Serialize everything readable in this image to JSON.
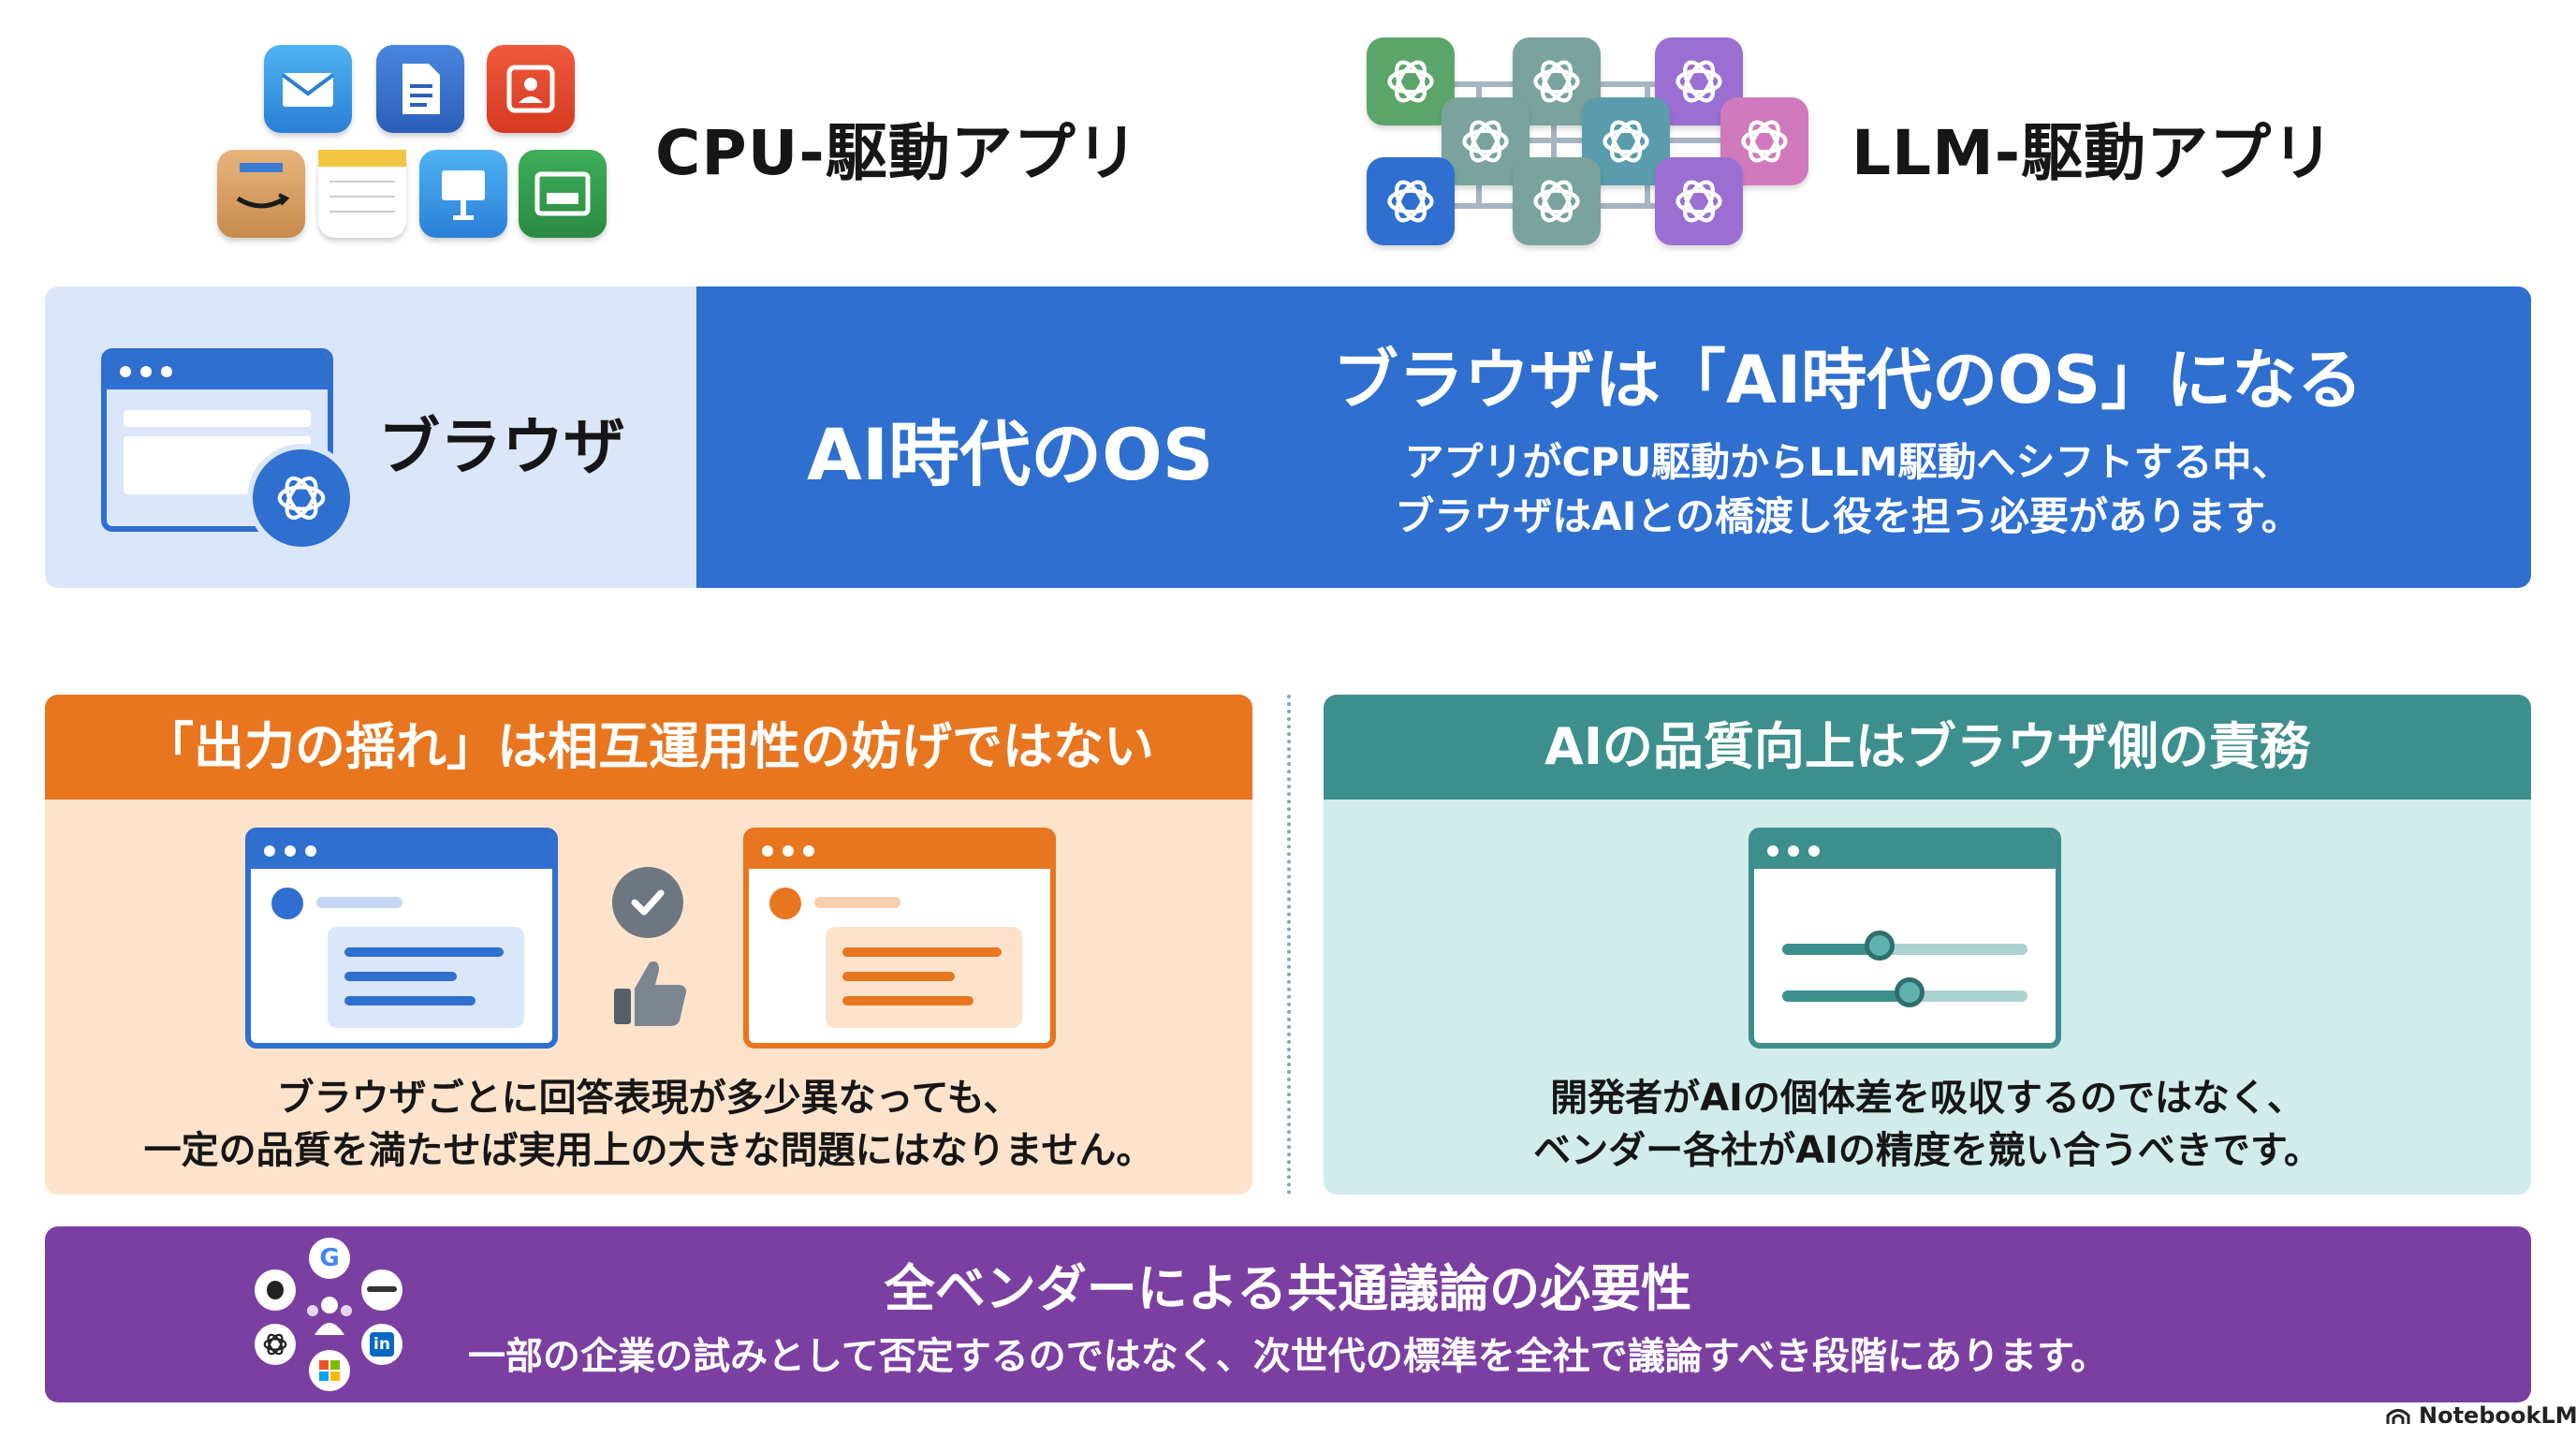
{
  "header": {
    "cpu_title": "CPU-駆動アプリ",
    "llm_title": "LLM-駆動アプリ"
  },
  "top_panel": {
    "browser_label": "ブラウザ",
    "os_label": "AI時代のOS",
    "headline": "ブラウザは「AI時代のOS」になる",
    "body_line1": "アプリがCPU駆動からLLM駆動へシフトする中、",
    "body_line2": "ブラウザはAIとの橋渡し役を担う必要があります。"
  },
  "orange_panel": {
    "title": "「出力の揺れ」は相互運用性の妨げではない",
    "body_line1": "ブラウザごとに回答表現が多少異なっても、",
    "body_line2": "一定の品質を満たせば実用上の大きな問題にはなりません。"
  },
  "teal_panel": {
    "title": "AIの品質向上はブラウザ側の責務",
    "body_line1": "開発者がAIの個体差を吸収するのではなく、",
    "body_line2": "ベンダー各社がAIの精度を競い合うべきです。"
  },
  "purple_panel": {
    "title": "全ベンダーによる共通議論の必要性",
    "body": "一部の企業の試みとして否定するのではなく、次世代の標準を全社で議論すべき段階にあります。"
  },
  "footer": {
    "brand": "NotebookLM"
  },
  "icons": [
    "mail-icon",
    "document-icon",
    "contacts-icon",
    "amazon-icon",
    "notes-icon",
    "keynote-icon",
    "slides-icon",
    "chatgpt-icon",
    "browser-window-icon",
    "checkmark-icon",
    "thumbs-up-icon",
    "slider-settings-icon",
    "google-icon",
    "amazon-com-icon",
    "apple-icon",
    "people-icon",
    "microsoft-icon",
    "linkedin-icon"
  ],
  "colors": {
    "top_blue": "#2e6fd0",
    "top_light": "#dbe6f8",
    "orange": "#e7761f",
    "orange_bg": "#fde3cc",
    "teal": "#3d8f8d",
    "teal_bg": "#d2ecec",
    "purple": "#7b3fa2"
  }
}
